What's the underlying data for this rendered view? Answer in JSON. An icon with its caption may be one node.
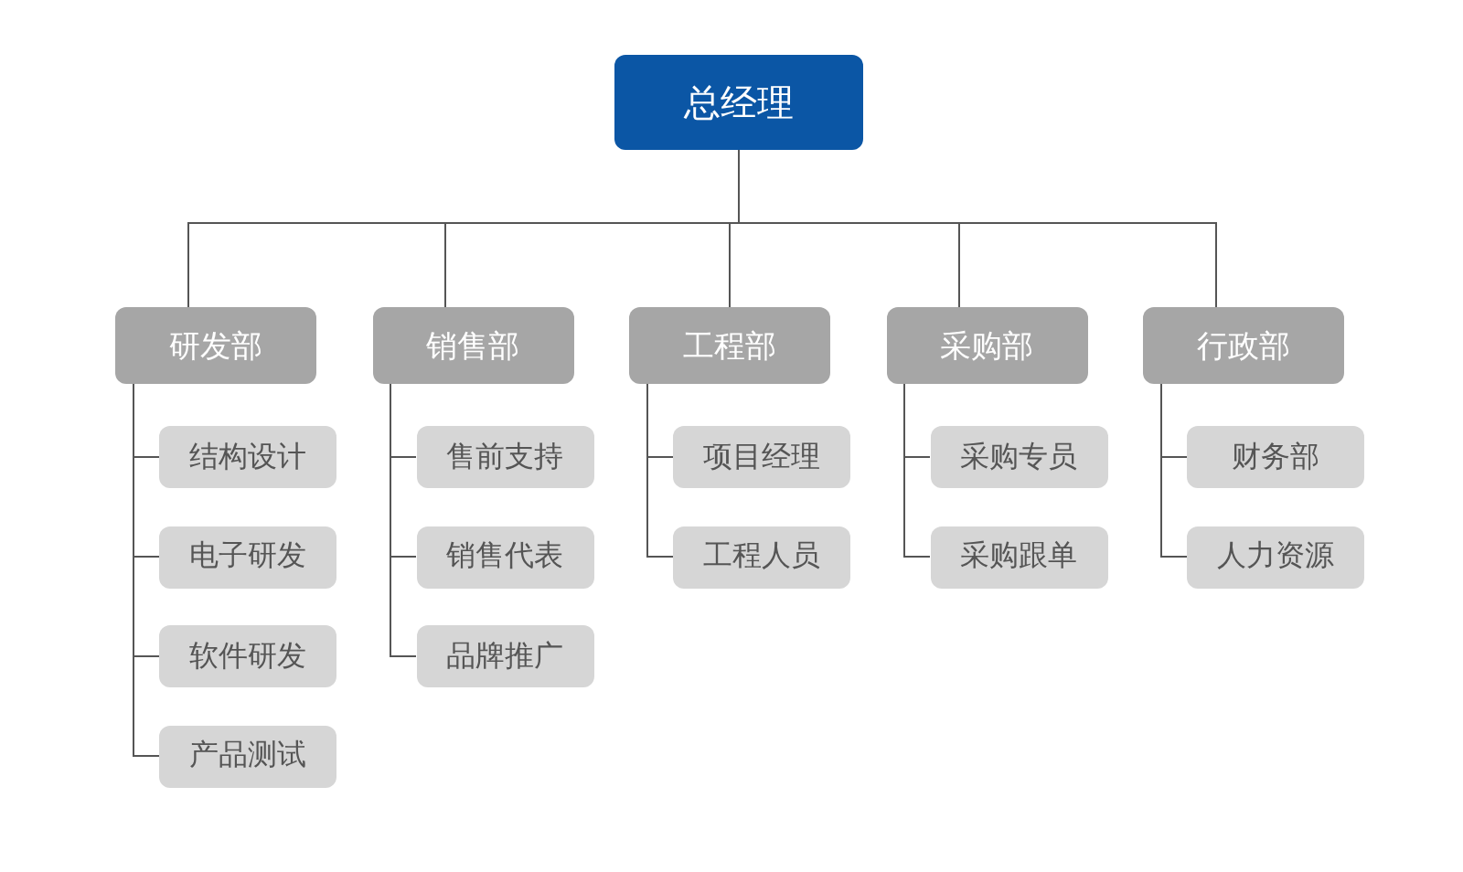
{
  "diagram": {
    "nodes": [
      {
        "text": [
          "总经理"
        ]
      },
      {
        "text": [
          "研发部"
        ]
      },
      {
        "text": [
          "结构设计"
        ]
      },
      {
        "text": [
          "电子研发"
        ]
      },
      {
        "text": [
          "软件研发"
        ]
      },
      {
        "text": [
          "产品测试"
        ]
      },
      {
        "text": [
          "销售部"
        ]
      },
      {
        "text": [
          "售前支持"
        ]
      },
      {
        "text": [
          "销售代表"
        ]
      },
      {
        "text": [
          "品牌推广"
        ]
      },
      {
        "text": [
          "工程部"
        ]
      },
      {
        "text": [
          "项目经理"
        ]
      },
      {
        "text": [
          "工程人员"
        ]
      },
      {
        "text": [
          "采购部"
        ]
      },
      {
        "text": [
          "采购专员"
        ]
      },
      {
        "text": [
          "采购跟单"
        ]
      },
      {
        "text": [
          "行政部"
        ]
      },
      {
        "text": [
          "财务部"
        ]
      },
      {
        "text": [
          "人力资源"
        ]
      }
    ],
    "edges": [
      {
        "from": 0,
        "to": 1,
        "arrow": "none"
      },
      {
        "from": 0,
        "to": 6,
        "arrow": "none"
      },
      {
        "from": 0,
        "to": 10,
        "arrow": "none"
      },
      {
        "from": 0,
        "to": 13,
        "arrow": "none"
      },
      {
        "from": 0,
        "to": 16,
        "arrow": "none"
      },
      {
        "from": 1,
        "to": 2,
        "arrow": "none"
      },
      {
        "from": 1,
        "to": 3,
        "arrow": "none"
      },
      {
        "from": 1,
        "to": 4,
        "arrow": "none"
      },
      {
        "from": 1,
        "to": 5,
        "arrow": "none"
      },
      {
        "from": 6,
        "to": 7,
        "arrow": "none"
      },
      {
        "from": 6,
        "to": 8,
        "arrow": "none"
      },
      {
        "from": 6,
        "to": 9,
        "arrow": "none"
      },
      {
        "from": 10,
        "to": 11,
        "arrow": "none"
      },
      {
        "from": 10,
        "to": 12,
        "arrow": "none"
      },
      {
        "from": 13,
        "to": 14,
        "arrow": "none"
      },
      {
        "from": 13,
        "to": 15,
        "arrow": "none"
      },
      {
        "from": 16,
        "to": 17,
        "arrow": "none"
      },
      {
        "from": 16,
        "to": 18,
        "arrow": "none"
      }
    ]
  }
}
